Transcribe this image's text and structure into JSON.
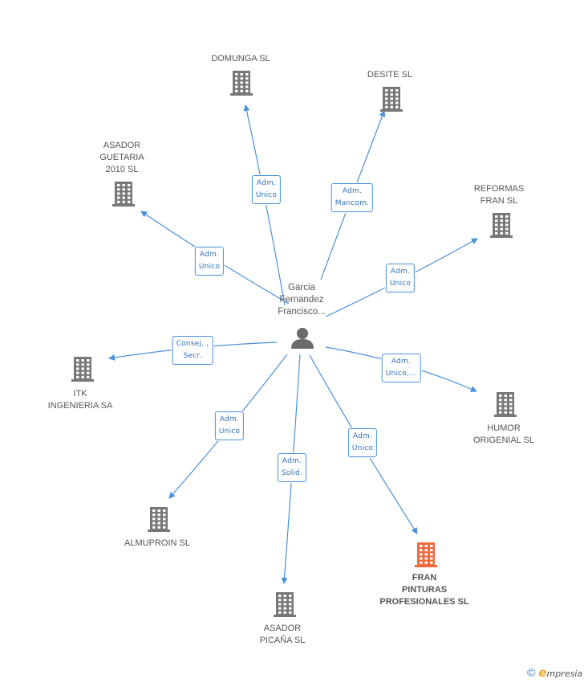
{
  "colors": {
    "edge": "#4a90d9",
    "company": "#777777",
    "highlight": "#f26a3d",
    "person": "#6b6b6b"
  },
  "center": {
    "label": "Garcia\nFernandez\nFrancisco..."
  },
  "companies": [
    {
      "id": "domunga",
      "label": "DOMUNGA SL",
      "highlight": false,
      "role": "Adm.\nUnico"
    },
    {
      "id": "desite",
      "label": "DESITE SL",
      "highlight": false,
      "role": "Adm.\nMancom."
    },
    {
      "id": "asador-guetaria",
      "label": "ASADOR\nGUETARIA\n2010 SL",
      "highlight": false,
      "role": "Adm.\nUnico"
    },
    {
      "id": "reformas-fran",
      "label": "REFORMAS\nFRAN SL",
      "highlight": false,
      "role": "Adm.\nUnico"
    },
    {
      "id": "itk",
      "label": "ITK\nINGENIERIA SA",
      "highlight": false,
      "role": "Consej. ,\nSecr."
    },
    {
      "id": "humor-origenial",
      "label": "HUMOR\nORIGENIAL SL",
      "highlight": false,
      "role": "Adm.\nUnico,..."
    },
    {
      "id": "almuproin",
      "label": "ALMUPROIN SL",
      "highlight": false,
      "role": "Adm.\nUnico"
    },
    {
      "id": "fran-pinturas",
      "label": "FRAN\nPINTURAS\nPROFESIONALES SL",
      "highlight": true,
      "role": "Adm.\nUnico"
    },
    {
      "id": "asador-picana",
      "label": "ASADOR\nPICAÑA SL",
      "highlight": false,
      "role": "Adm.\nSolid."
    }
  ],
  "credit": {
    "copyright": "©",
    "brand_initial": "e",
    "brand_rest": "mpresia"
  }
}
